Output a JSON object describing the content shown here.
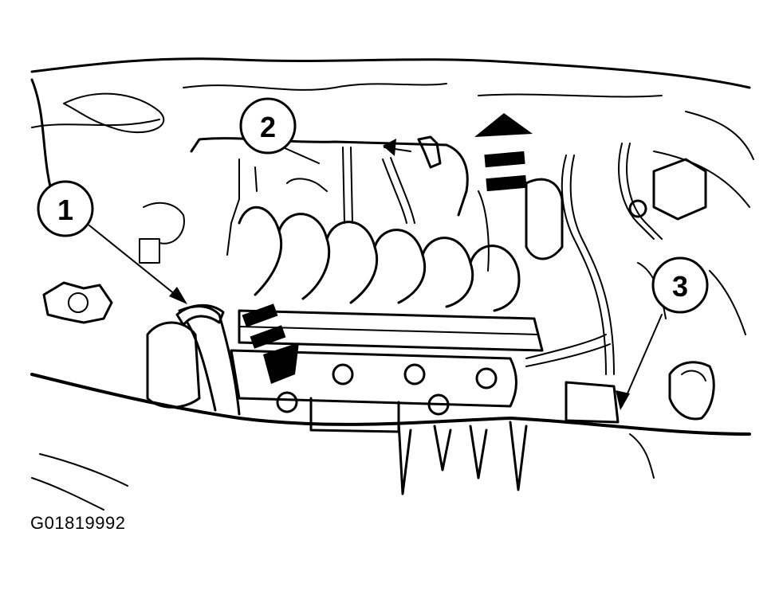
{
  "figure_code": "G01819992",
  "callouts": [
    {
      "label": "1"
    },
    {
      "label": "2"
    },
    {
      "label": "3"
    }
  ]
}
